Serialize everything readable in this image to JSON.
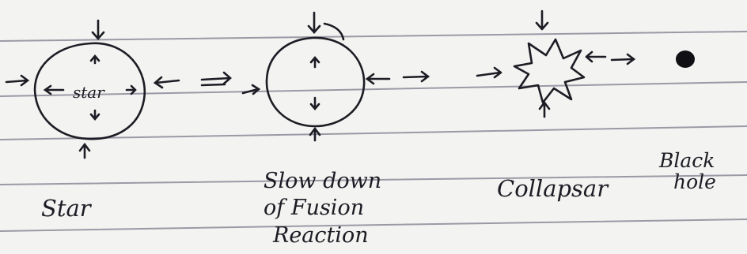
{
  "stages": [
    {
      "id": "star",
      "label": "Star",
      "inner_text": "star"
    },
    {
      "id": "slow",
      "label_lines": [
        "Slow down",
        "of Fusion",
        "Reaction"
      ]
    },
    {
      "id": "collapsar",
      "label": "Collapsar"
    },
    {
      "id": "black-hole",
      "label_lines": [
        "Black",
        "hole"
      ]
    }
  ],
  "colors": {
    "ink": "#1c1c24",
    "paper": "#f3f3f1",
    "rule": "#9a9aa6"
  }
}
